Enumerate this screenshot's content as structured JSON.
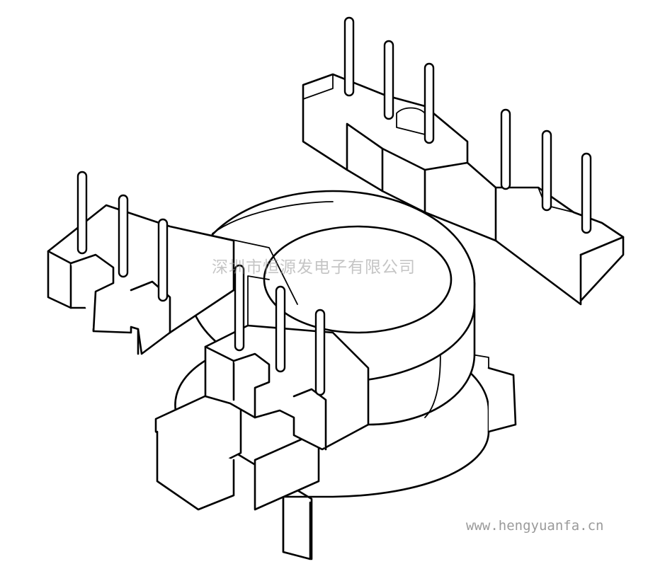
{
  "watermark": {
    "company": "深圳市恒源发电子有限公司"
  },
  "footer": {
    "url": "www.hengyuanfa.cn"
  },
  "colors": {
    "line": "#000000",
    "fill": "#ffffff",
    "watermark": "#969696",
    "url": "#9a9a9a"
  },
  "figure": {
    "subject": "transformer-bobbin",
    "pin_counts": {
      "right_rear": 6,
      "left_rear": 3,
      "front": 3
    }
  }
}
